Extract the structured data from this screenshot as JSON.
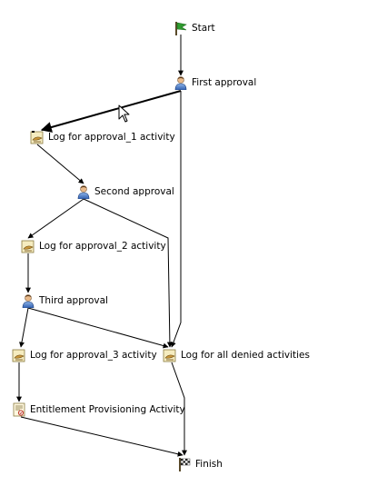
{
  "workflow": {
    "nodes": [
      {
        "id": "start",
        "label": "Start",
        "icon": "green-start-flag-icon"
      },
      {
        "id": "first_approval",
        "label": "First approval",
        "icon": "approver-person-icon"
      },
      {
        "id": "log1",
        "label": "Log for approval_1 activity",
        "icon": "log-activity-icon"
      },
      {
        "id": "second_approval",
        "label": "Second approval",
        "icon": "approver-person-icon"
      },
      {
        "id": "log2",
        "label": "Log for approval_2 activity",
        "icon": "log-activity-icon"
      },
      {
        "id": "third_approval",
        "label": "Third approval",
        "icon": "approver-person-icon"
      },
      {
        "id": "log3",
        "label": "Log for approval_3 activity",
        "icon": "log-activity-icon"
      },
      {
        "id": "denied",
        "label": "Log for all denied activities",
        "icon": "log-activity-icon"
      },
      {
        "id": "entitlement",
        "label": "Entitlement Provisioning Activity",
        "icon": "provisioning-form-icon"
      },
      {
        "id": "finish",
        "label": "Finish",
        "icon": "checkered-finish-flag-icon"
      }
    ],
    "edges": [
      {
        "from": "start",
        "to": "first_approval"
      },
      {
        "from": "first_approval",
        "to": "log1"
      },
      {
        "from": "first_approval",
        "to": "denied"
      },
      {
        "from": "log1",
        "to": "second_approval"
      },
      {
        "from": "second_approval",
        "to": "log2"
      },
      {
        "from": "second_approval",
        "to": "denied"
      },
      {
        "from": "log2",
        "to": "third_approval"
      },
      {
        "from": "third_approval",
        "to": "log3"
      },
      {
        "from": "third_approval",
        "to": "denied"
      },
      {
        "from": "log3",
        "to": "entitlement"
      },
      {
        "from": "entitlement",
        "to": "finish"
      },
      {
        "from": "denied",
        "to": "finish"
      }
    ]
  },
  "cursor": {
    "icon": "mouse-pointer-icon"
  }
}
